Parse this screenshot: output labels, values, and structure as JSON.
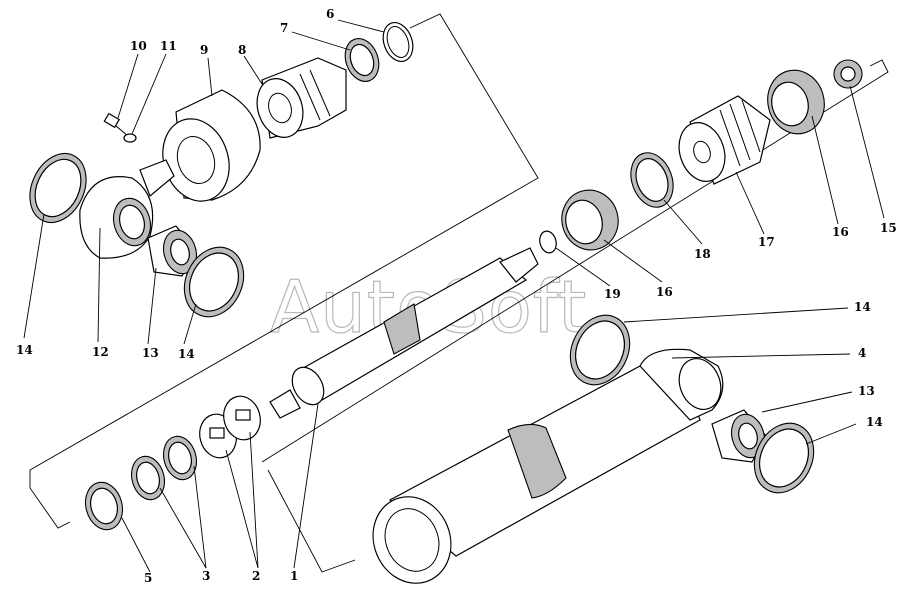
{
  "watermark": "AutoSoft",
  "callouts": [
    {
      "id": "c1",
      "text": "1"
    },
    {
      "id": "c2",
      "text": "2"
    },
    {
      "id": "c3",
      "text": "3"
    },
    {
      "id": "c4",
      "text": "4"
    },
    {
      "id": "c5",
      "text": "5"
    },
    {
      "id": "c6",
      "text": "6"
    },
    {
      "id": "c7",
      "text": "7"
    },
    {
      "id": "c8",
      "text": "8"
    },
    {
      "id": "c9",
      "text": "9"
    },
    {
      "id": "c10",
      "text": "10"
    },
    {
      "id": "c11",
      "text": "11"
    },
    {
      "id": "c12",
      "text": "12"
    },
    {
      "id": "c13a",
      "text": "13"
    },
    {
      "id": "c13b",
      "text": "13"
    },
    {
      "id": "c14a",
      "text": "14"
    },
    {
      "id": "c14b",
      "text": "14"
    },
    {
      "id": "c14c",
      "text": "14"
    },
    {
      "id": "c14d",
      "text": "14"
    },
    {
      "id": "c15",
      "text": "15"
    },
    {
      "id": "c16a",
      "text": "16"
    },
    {
      "id": "c16b",
      "text": "16"
    },
    {
      "id": "c17",
      "text": "17"
    },
    {
      "id": "c18",
      "text": "18"
    },
    {
      "id": "c19",
      "text": "19"
    }
  ]
}
